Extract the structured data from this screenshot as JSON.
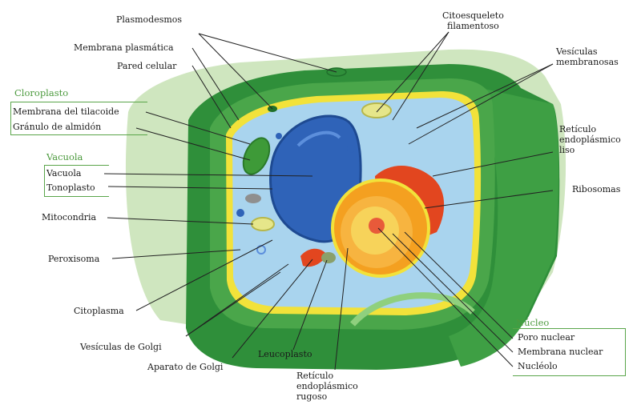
{
  "labels": {
    "plasmodesmos": "Plasmodesmos",
    "membrana_plasmatica": "Membrana plasmática",
    "pared_celular": "Pared celular",
    "citoesqueleto_1": "Citoesqueleto",
    "citoesqueleto_2": "filamentoso",
    "vesiculas_membranosas_1": "Vesículas",
    "vesiculas_membranosas_2": "membranosas",
    "reticulo_liso_1": "Retículo",
    "reticulo_liso_2": "endoplásmico",
    "reticulo_liso_3": "liso",
    "ribosomas": "Ribosomas",
    "mitocondria": "Mitocondria",
    "peroxisoma": "Peroxisoma",
    "citoplasma": "Citoplasma",
    "vesiculas_golgi": "Vesículas de Golgi",
    "aparato_golgi": "Aparato de Golgi",
    "leucoplasto": "Leucoplasto",
    "reticulo_rugoso_1": "Retículo",
    "reticulo_rugoso_2": "endoplásmico",
    "reticulo_rugoso_3": "rugoso"
  },
  "groups": {
    "cloroplasto": {
      "title": "Cloroplasto",
      "items": [
        "Membrana del tilacoide",
        "Gránulo de almidón"
      ]
    },
    "vacuola": {
      "title": "Vacuola",
      "items": [
        "Vacuola",
        "Tonoplasto"
      ]
    },
    "nucleo": {
      "title": "Núcleo",
      "items": [
        "Poro nuclear",
        "Membrana nuclear",
        "Nucléolo"
      ]
    }
  },
  "colors": {
    "wall_dark": "#2f8f3a",
    "wall_mid": "#4aa64a",
    "wall_light": "#8fd07e",
    "background_blob": "#cfe6bf",
    "membrane_yellow": "#f2e23a",
    "cytoplasm": "#a9d4ee",
    "vacuole": "#2f63b8",
    "nucleus_outer": "#f4a020",
    "nucleus_inner": "#f7d35a",
    "nucleolus": "#e85a3a",
    "rer": "#e2461f",
    "chloroplast": "#3e9a38",
    "label_group_title": "#4c9a3e",
    "leader_line": "#222222"
  }
}
